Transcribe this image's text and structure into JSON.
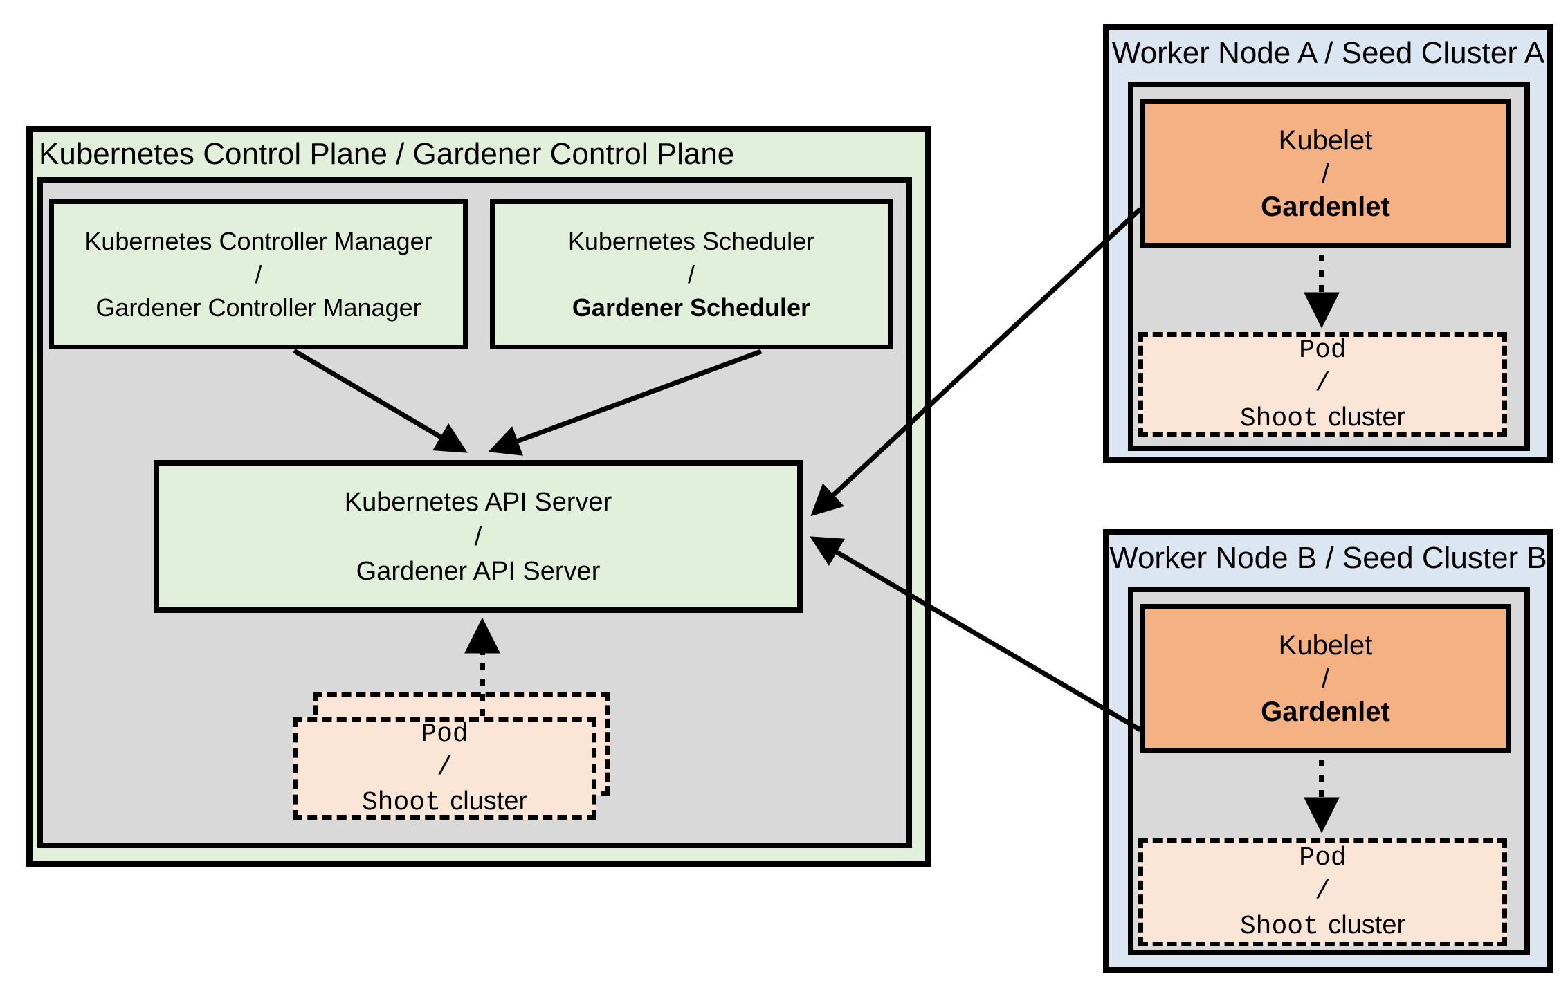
{
  "colors": {
    "green": "#e2efda",
    "gray": "#d9d9d9",
    "blue": "#dce6f2",
    "orange": "#f4b183",
    "peach": "#fbe5d6",
    "border": "#000000"
  },
  "control_plane": {
    "title": "Kubernetes Control Plane / Gardener Control Plane",
    "controller_manager": {
      "top": "Kubernetes Controller Manager",
      "separator": "/",
      "bottom": "Gardener Controller Manager"
    },
    "scheduler": {
      "top": "Kubernetes Scheduler",
      "separator": "/",
      "bottom": "Gardener Scheduler"
    },
    "api_server": {
      "top": "Kubernetes API Server",
      "separator": "/",
      "bottom": "Gardener API Server"
    },
    "pod_stack": {
      "top": "Pod",
      "separator": "/",
      "bottom_mono": "Shoot",
      "bottom_sans": "cluster"
    }
  },
  "worker_node_a": {
    "title": "Worker Node A / Seed Cluster A",
    "kubelet": {
      "top": "Kubelet",
      "separator": "/",
      "bottom": "Gardenlet"
    },
    "pod": {
      "top": "Pod",
      "separator": "/",
      "bottom_mono": "Shoot",
      "bottom_sans": "cluster"
    }
  },
  "worker_node_b": {
    "title": "Worker Node B / Seed Cluster B",
    "kubelet": {
      "top": "Kubelet",
      "separator": "/",
      "bottom": "Gardenlet"
    },
    "pod": {
      "top": "Pod",
      "separator": "/",
      "bottom_mono": "Shoot",
      "bottom_sans": "cluster"
    }
  }
}
